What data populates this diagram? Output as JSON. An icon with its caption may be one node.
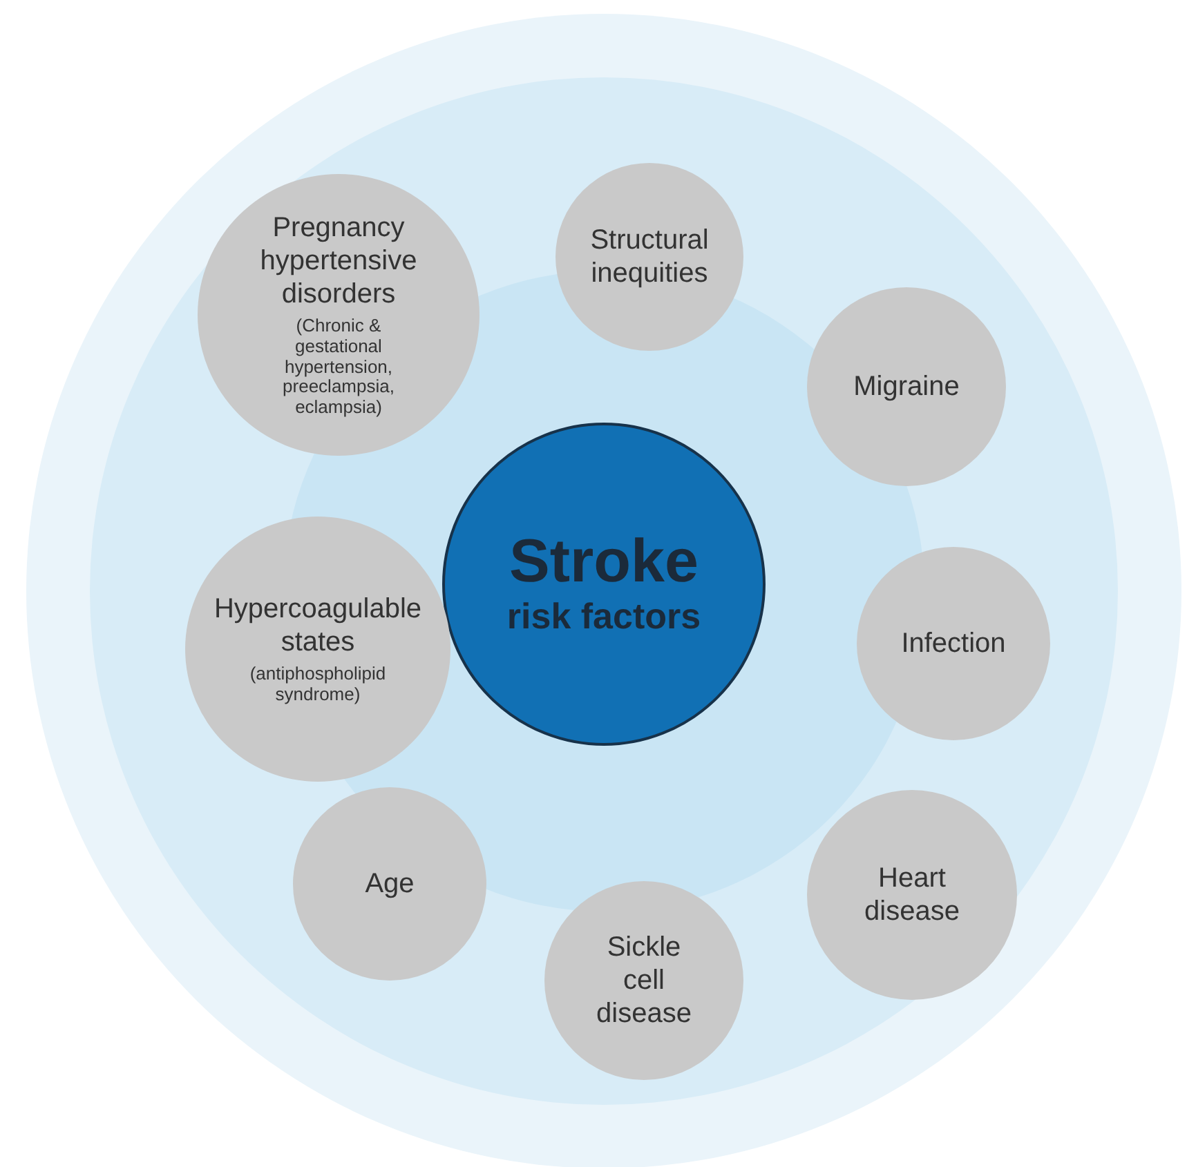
{
  "diagram": {
    "nodes": [
      {
        "text": [
          "Stroke",
          "risk factors"
        ]
      },
      {
        "text": [
          "Pregnancy hypertensive disorders",
          "(Chronic & gestational hypertension, preeclampsia, eclampsia)"
        ]
      },
      {
        "text": [
          "Structural inequities"
        ]
      },
      {
        "text": [
          "Migraine"
        ]
      },
      {
        "text": [
          "Hypercoagulable states",
          "(antiphospholipid syndrome)"
        ]
      },
      {
        "text": [
          "Infection"
        ]
      },
      {
        "text": [
          "Age"
        ]
      },
      {
        "text": [
          "Sickle cell disease"
        ]
      },
      {
        "text": [
          "Heart disease"
        ]
      }
    ]
  }
}
